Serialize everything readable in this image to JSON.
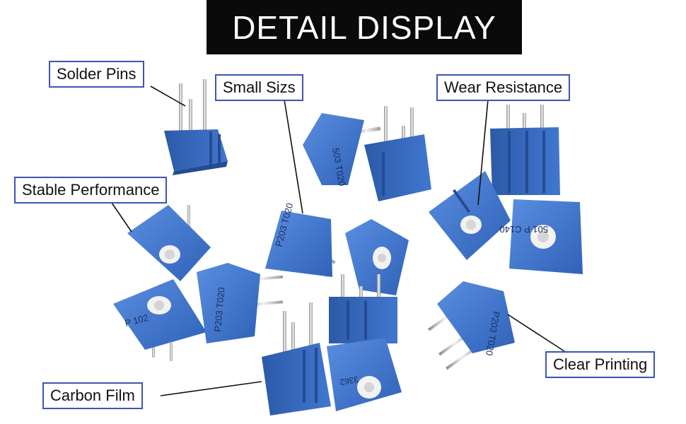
{
  "header": {
    "title": "DETAIL DISPLAY"
  },
  "callouts": {
    "solder_pins": "Solder Pins",
    "small_size": "Small Sizs",
    "wear_resistance": "Wear Resistance",
    "stable_performance": "Stable Performance",
    "carbon_film": "Carbon Film",
    "clear_printing": "Clear Printing"
  },
  "product_markings": {
    "m1": "P203 T020",
    "m2": "P203 T020",
    "m3": "P203 T020",
    "m4": "3362",
    "m5": "P 102",
    "m6": "501 P C140",
    "m7": "503 T020"
  },
  "colors": {
    "component_blue": "#3a6fc4",
    "component_dark": "#2a55a0",
    "pin_silver": "#c9c9c9",
    "label_border": "#3d55b5",
    "title_bg": "#0a0a0a"
  }
}
